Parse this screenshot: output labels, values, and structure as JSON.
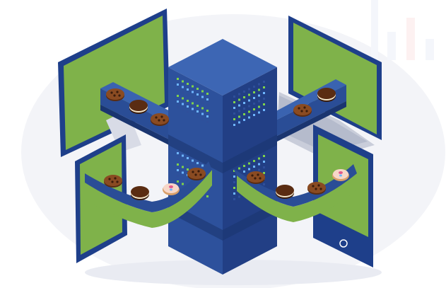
{
  "illustration": {
    "subject": "server-distributing-cookies-to-devices",
    "colors": {
      "screen_green": "#7fb24a",
      "screen_green_dark": "#5f8f35",
      "device_border": "#1e3f8a",
      "server_top": "#3d66b4",
      "server_left": "#2d519c",
      "server_right": "#223f85",
      "belt": "#2a4d96",
      "cookie_brown": "#8a4b22",
      "cookie_chip": "#3a1c0c",
      "background_blob": "#f2f3f8"
    },
    "cookies": [
      {
        "belt": "upper-left",
        "kind": "chocolate-chip"
      },
      {
        "belt": "upper-left",
        "kind": "sandwich"
      },
      {
        "belt": "upper-left",
        "kind": "chocolate-chip"
      },
      {
        "belt": "upper-right",
        "kind": "sandwich"
      },
      {
        "belt": "upper-right",
        "kind": "chocolate-chip"
      },
      {
        "belt": "lower-left",
        "kind": "chocolate-chip"
      },
      {
        "belt": "lower-left",
        "kind": "sandwich"
      },
      {
        "belt": "lower-left",
        "kind": "sprinkle"
      },
      {
        "belt": "lower-left",
        "kind": "chocolate-chip"
      },
      {
        "belt": "lower-right",
        "kind": "chocolate-chip"
      },
      {
        "belt": "lower-right",
        "kind": "sandwich"
      },
      {
        "belt": "lower-right",
        "kind": "chocolate-chip"
      },
      {
        "belt": "lower-right",
        "kind": "sprinkle"
      }
    ]
  }
}
